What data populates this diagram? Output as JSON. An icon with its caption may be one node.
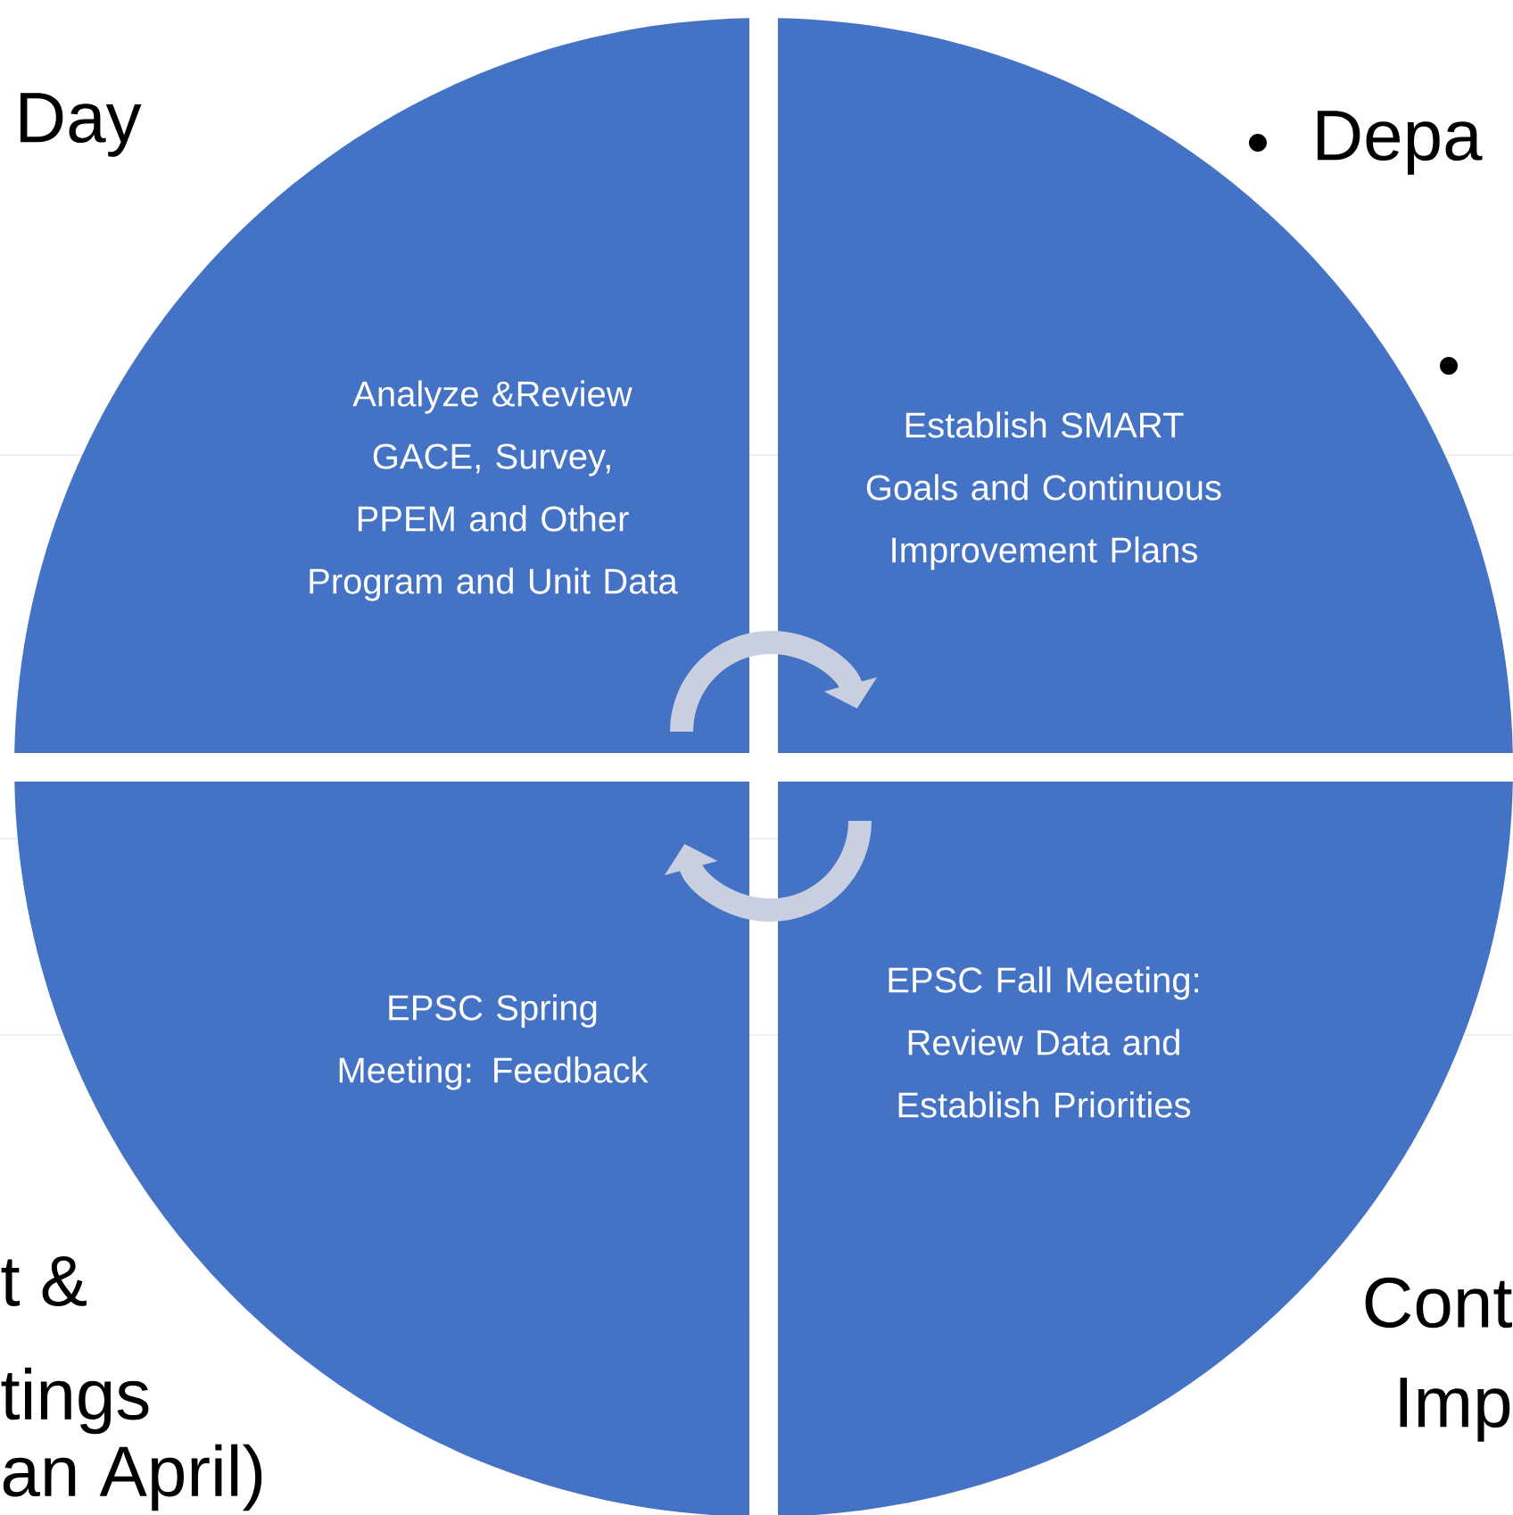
{
  "diagram": {
    "nodes": [
      {
        "text": [
          "Analyze &Review GACE, Survey, PPEM and Other Program and Unit Data"
        ]
      },
      {
        "text": [
          "Establish SMART Goals and Continuous Improvement Plans"
        ]
      },
      {
        "text": [
          "EPSC Spring Meeting: Feedback"
        ]
      },
      {
        "text": [
          "EPSC Fall Meeting: Review Data and Establish Priorities"
        ]
      }
    ],
    "edges": [
      {
        "from": 0,
        "to": 1,
        "arrow": "to"
      },
      {
        "from": 3,
        "to": 2,
        "arrow": "to"
      }
    ],
    "labels": [
      "Day",
      "Depa",
      "t &",
      "tings",
      "an April)",
      "Cont",
      "Imp"
    ]
  }
}
